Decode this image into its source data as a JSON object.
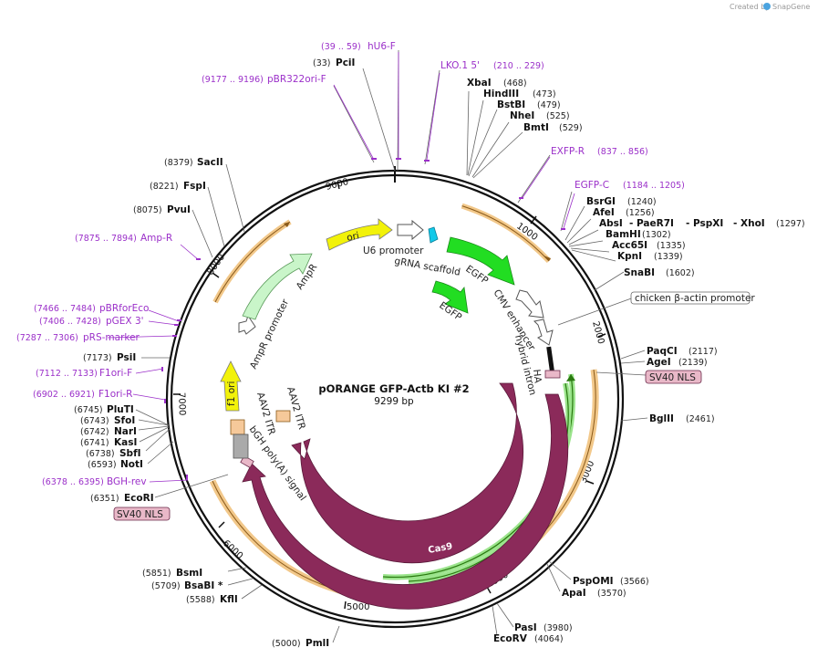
{
  "credit": {
    "created_by": "Created by",
    "brand": "SnapGene"
  },
  "title": "pORANGE GFP-Actb KI #2",
  "size": "9299 bp",
  "ticks": [
    "1000",
    "2000",
    "3000",
    "4000",
    "5000",
    "6000",
    "7000",
    "8000",
    "9000"
  ],
  "enzymes": [
    {
      "coord": "(33)",
      "name": "PciI"
    },
    {
      "coord": "(468)",
      "name": "XbaI"
    },
    {
      "coord": "(473)",
      "name": "HindIII"
    },
    {
      "coord": "(479)",
      "name": "BstBI"
    },
    {
      "coord": "(525)",
      "name": "NheI"
    },
    {
      "coord": "(529)",
      "name": "BmtI"
    },
    {
      "coord": "(1240)",
      "name": "BsrGI"
    },
    {
      "coord": "(1256)",
      "name": "AfeI"
    },
    {
      "coord": "(1297)",
      "name": "AbsI"
    },
    {
      "coord": "",
      "name": "- PaeR7I"
    },
    {
      "coord": "",
      "name": "- PspXI"
    },
    {
      "coord": "",
      "name": "- XhoI"
    },
    {
      "coord": "(1302)",
      "name": "BamHI"
    },
    {
      "coord": "(1335)",
      "name": "Acc65I"
    },
    {
      "coord": "(1339)",
      "name": "KpnI"
    },
    {
      "coord": "(1602)",
      "name": "SnaBI"
    },
    {
      "coord": "(2117)",
      "name": "PaqCI"
    },
    {
      "coord": "(2139)",
      "name": "AgeI"
    },
    {
      "coord": "(2461)",
      "name": "BglII"
    },
    {
      "coord": "(3566)",
      "name": "PspOMI"
    },
    {
      "coord": "(3570)",
      "name": "ApaI"
    },
    {
      "coord": "(3980)",
      "name": "PasI"
    },
    {
      "coord": "(4064)",
      "name": "EcoRV"
    },
    {
      "coord": "(5000)",
      "name": "PmlI"
    },
    {
      "coord": "(5588)",
      "name": "KflI"
    },
    {
      "coord": "(5709)",
      "name": "BsaBI *"
    },
    {
      "coord": "(5851)",
      "name": "BsmI"
    },
    {
      "coord": "(6351)",
      "name": "EcoRI"
    },
    {
      "coord": "(6593)",
      "name": "NotI"
    },
    {
      "coord": "(6738)",
      "name": "SbfI"
    },
    {
      "coord": "(6741)",
      "name": "KasI"
    },
    {
      "coord": "(6742)",
      "name": "NarI"
    },
    {
      "coord": "(6743)",
      "name": "SfoI"
    },
    {
      "coord": "(6745)",
      "name": "PluTI"
    },
    {
      "coord": "(7173)",
      "name": "PsiI"
    },
    {
      "coord": "(8075)",
      "name": "PvuI"
    },
    {
      "coord": "(8221)",
      "name": "FspI"
    },
    {
      "coord": "(8379)",
      "name": "SacII"
    }
  ],
  "primers": [
    {
      "coord": "(39 .. 59)",
      "name": "hU6-F"
    },
    {
      "coord": "(9177 .. 9196)",
      "name": "pBR322ori-F"
    },
    {
      "name": "LKO.1 5'",
      "coord": "(210 .. 229)"
    },
    {
      "name": "EXFP-R",
      "coord": "(837 .. 856)"
    },
    {
      "name": "EGFP-C",
      "coord": "(1184 .. 1205)"
    },
    {
      "coord": "(7875 .. 7894)",
      "name": "Amp-R"
    },
    {
      "coord": "(7466 .. 7484)",
      "name": "pBRforEco"
    },
    {
      "coord": "(7406 .. 7428)",
      "name": "pGEX 3'"
    },
    {
      "coord": "(7287 .. 7306)",
      "name": "pRS-marker"
    },
    {
      "coord": "(7112 .. 7133)",
      "name": "F1ori-F"
    },
    {
      "coord": "(6902 .. 6921)",
      "name": "F1ori-R"
    },
    {
      "coord": "(6378 .. 6395)",
      "name": "BGH-rev"
    }
  ],
  "features": {
    "ori": "ori",
    "u6_promoter": "U6 promoter",
    "grna_scaffold": "gRNA scaffold",
    "egfp_outer": "EGFP",
    "egfp_inner": "EGFP",
    "cmv_enhancer": "CMV enhancer",
    "hybrid_intron": "hybrid intron",
    "ha": "HA",
    "cas9_inner": "Cas9",
    "cas9_outer": "Cas9",
    "bgh": "bGH poly(A) signal",
    "aav2_itr_1": "AAV2 ITR",
    "aav2_itr_2": "AAV2 ITR",
    "f1_ori": "f1 ori",
    "ampr_promoter": "AmpR promoter",
    "ampr": "AmpR",
    "chicken_promoter": "chicken β-actin promoter",
    "sv40_nls_right": "SV40 NLS",
    "sv40_nls_left": "SV40 NLS"
  },
  "colors": {
    "primer": "#9b30c9",
    "cas9": "#8b2a5a",
    "egfp": "#22dd22",
    "ori": "#f2f20a",
    "ampr": "#c9f5c9",
    "orange_track": "#f2c88a",
    "green_track": "#9be48c",
    "nls_fill": "#e9b8c8"
  }
}
